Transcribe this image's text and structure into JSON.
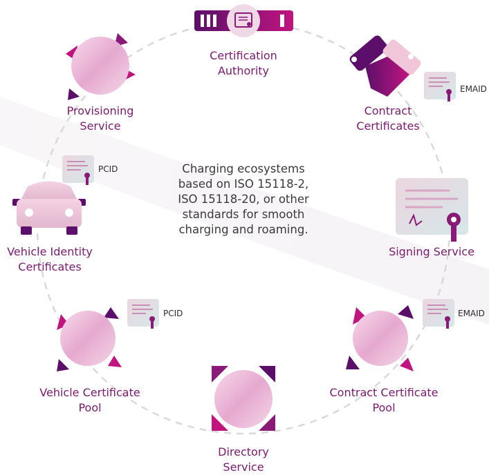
{
  "center": {
    "lines": [
      "Charging ecosystems",
      "based on ISO 15118-2,",
      "ISO 15118-20, or other",
      "standards for smooth",
      "charging and roaming."
    ]
  },
  "nodes": {
    "certification_authority": {
      "line1": "Certification",
      "line2": "Authority"
    },
    "contract_certificates": {
      "line1": "Contract",
      "line2": "Certificates"
    },
    "signing_service": {
      "line1": "Signing Service"
    },
    "contract_certificate_pool": {
      "line1": "Contract Certificate",
      "line2": "Pool"
    },
    "directory_service": {
      "line1": "Directory",
      "line2": "Service"
    },
    "vehicle_certificate_pool": {
      "line1": "Vehicle Certificate",
      "line2": "Pool"
    },
    "vehicle_identity_certificates": {
      "line1": "Vehicle Identity",
      "line2": "Certificates"
    },
    "provisioning_service": {
      "line1": "Provisioning",
      "line2": "Service"
    }
  },
  "tags": {
    "emaid_top": "EMAID",
    "pcid_left": "PCID",
    "pcid_bottom": "PCID",
    "emaid_bottom": "EMAID"
  },
  "colors": {
    "primary": "#8a1a78",
    "magenta": "#c0157f",
    "deep_purple": "#5b0f6a",
    "label": "#7a1a6e",
    "dashed_ring": "#d9d9d9"
  }
}
